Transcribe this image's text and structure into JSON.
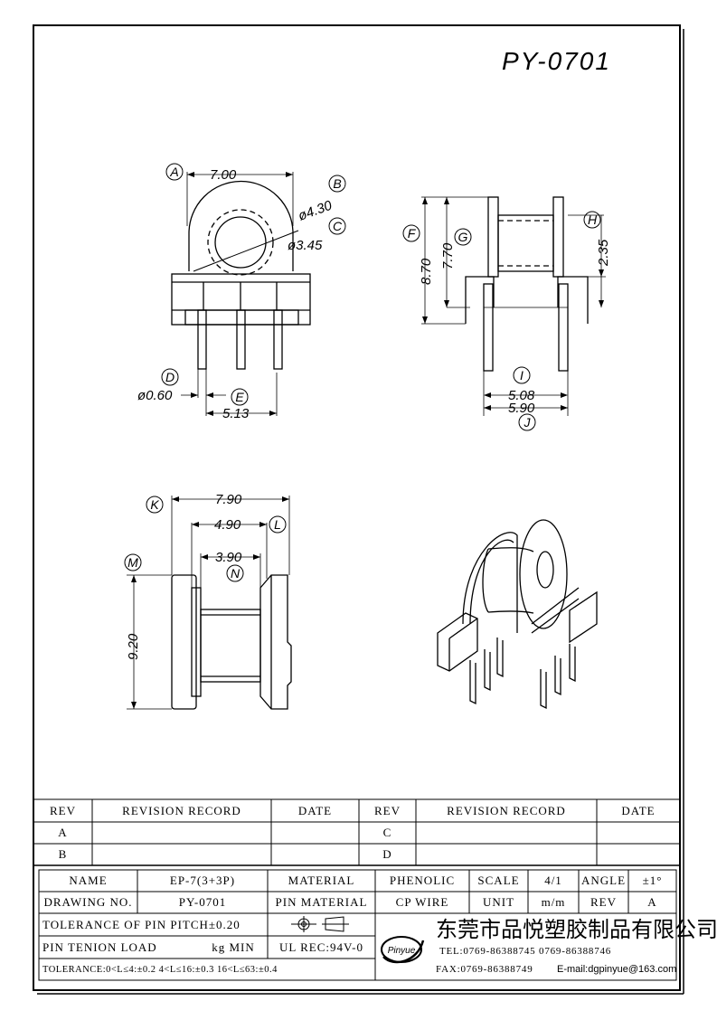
{
  "drawing": {
    "part_number": "PY-0701",
    "dimensions": {
      "top_width": "7.00",
      "outer_dia": "ø4.30",
      "inner_dia": "ø3.45",
      "pin_dia": "ø0.60",
      "pin_pitch": "5.13",
      "height_total": "8.70",
      "height_flange": "7.70",
      "height_pin_offset": "2.35",
      "pin_row_inner": "5.08",
      "pin_row_outer": "5.90",
      "side_width": "7.90",
      "side_mid": "4.90",
      "side_inner": "3.90",
      "side_height": "9.20"
    },
    "callouts": [
      "A",
      "B",
      "C",
      "D",
      "E",
      "F",
      "G",
      "H",
      "I",
      "J",
      "K",
      "L",
      "M",
      "N"
    ]
  },
  "revision_table": {
    "headers": [
      "REV",
      "REVISION RECORD",
      "DATE",
      "REV",
      "REVISION RECORD",
      "DATE"
    ],
    "rows": [
      [
        "A",
        "",
        "",
        "C",
        "",
        ""
      ],
      [
        "B",
        "",
        "",
        "D",
        "",
        ""
      ]
    ]
  },
  "title_block": {
    "name_label": "NAME",
    "name_value": "EP-7(3+3P)",
    "material_label": "MATERIAL",
    "material_value": "PHENOLIC",
    "scale_label": "SCALE",
    "scale_value": "4/1",
    "angle_label": "ANGLE",
    "angle_value": "±1°",
    "drawing_no_label": "DRAWING NO.",
    "drawing_no_value": "PY-0701",
    "pin_material_label": "PIN MATERIAL",
    "pin_material_value": "CP WIRE",
    "unit_label": "UNIT",
    "unit_value": "m/m",
    "rev_label": "REV",
    "rev_value": "A",
    "tolerance_pitch": "TOLERANCE OF PIN PITCH±0.20",
    "pin_tension": "PIN TENION LOAD",
    "pin_tension_unit": "kg MIN",
    "ul_rec": "UL REC:94V-0",
    "tolerance_line": "TOLERANCE:0<L≤4:±0.2  4<L≤16:±0.3  16<L≤63:±0.4",
    "company_name": "东莞市品悦塑胶制品有限公司",
    "logo_text": "Pinyue",
    "tel": "TEL:0769-86388745   0769-86388746",
    "fax": "FAX:0769-86388749",
    "email": "E-mail:dgpinyue@163.com"
  }
}
